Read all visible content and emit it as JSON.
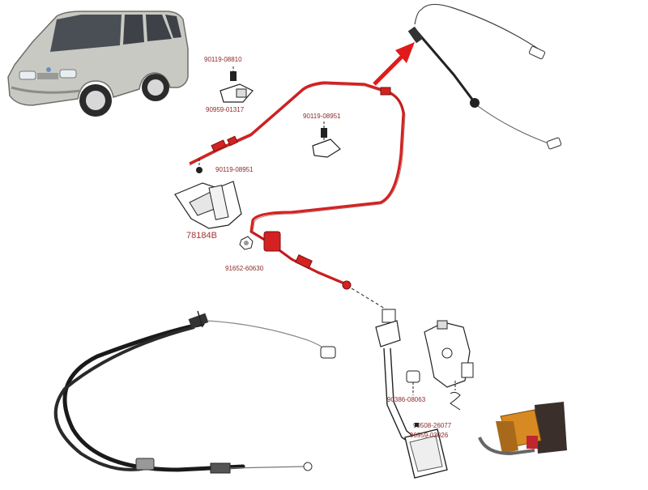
{
  "colors": {
    "cable_highlight": "#d42121",
    "arrow": "#e01b1b",
    "label": "#8a2a2a",
    "line_art": "#222222",
    "car_body": "#c9c9c4",
    "boot": "#d88a22"
  },
  "icons": {
    "car": "hatchback-car-icon",
    "arrow": "red-arrow-icon"
  },
  "part_numbers": {
    "bracket_top": "90119-08810",
    "clamp_top": "90959-01317",
    "bracket_mid": "90119-08951",
    "bolt_left": "90119-08951",
    "pedal_bracket": "78184B",
    "grommet": "91652-60630",
    "pedal_bushing": "90386-08063",
    "spring": "90508-26077",
    "pedal_pad": "90959-03026"
  }
}
